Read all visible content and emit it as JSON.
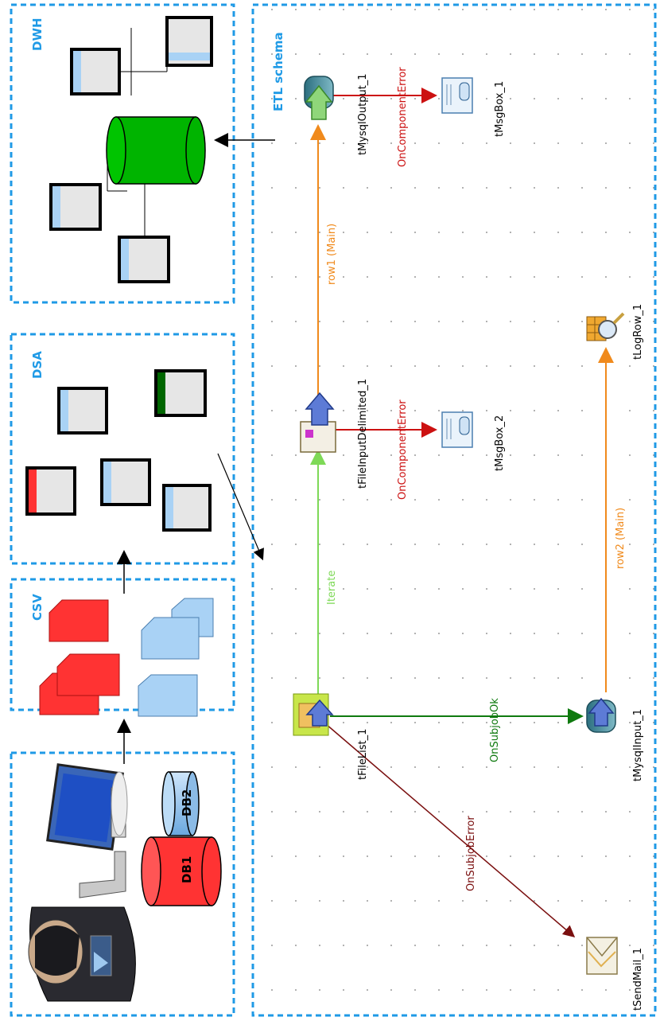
{
  "sections": {
    "dwh": "DWH",
    "dsa": "DSA",
    "csv": "CSV",
    "etl": "ETL schema"
  },
  "databases": {
    "db1": "DB1",
    "db2": "DB2"
  },
  "components": {
    "mysql_output": "tMysqlOutput_1",
    "msgbox1": "tMsgBox_1",
    "file_input": "tFileInputDelimited_1",
    "msgbox2": "tMsgBox_2",
    "logrow": "tLogRow_1",
    "filelist": "tFileList_1",
    "mysql_input": "tMysqlInput_1",
    "sendmail": "tSendMail_1"
  },
  "links": {
    "row1": "row1 (Main)",
    "error1": "OnComponentError",
    "error2": "OnComponentError",
    "iterate": "Iterate",
    "row2": "row2 (Main)",
    "subjob_ok": "OnSubjobOk",
    "subjob_error": "OnSubjobError"
  },
  "colors": {
    "section_border": "#1f9ae6",
    "row_link": "#f08a1c",
    "iterate_link": "#7ed957",
    "error_link": "#cc1111",
    "subjob_ok_link": "#0f7a0f",
    "subjob_error_link": "#7a0f0f",
    "red_block": "#ff3333",
    "blue_block": "#a9d2f5",
    "green_db": "#00b400"
  }
}
